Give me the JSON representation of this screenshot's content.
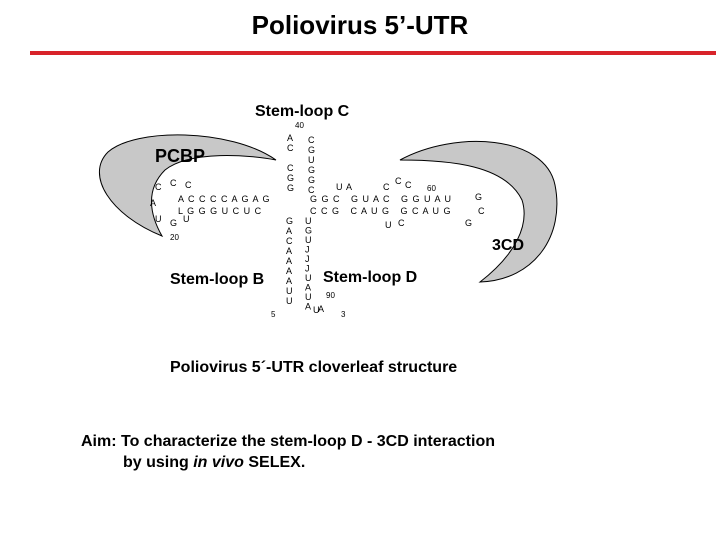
{
  "title": "Poliovirus 5’-UTR",
  "colors": {
    "rule": "#d8232a",
    "protein_fill": "#c8c8c8",
    "protein_stroke": "#000000"
  },
  "diagram": {
    "stem_loop_c": "Stem-loop C",
    "stem_loop_b": "Stem-loop B",
    "stem_loop_d": "Stem-loop D",
    "protein_pcbp": "PCBP",
    "protein_3cd": "3CD",
    "num_40": "40",
    "num_60": "60",
    "num_20": "20",
    "num_90": "90",
    "num_5": "5",
    "num_3": "3",
    "left_arm_top": "A C C C C A G A G",
    "left_arm_bottom": "L G G G U C U C",
    "right_arm_top": "G G C   G U A C   G G U A U",
    "right_arm_bottom": "C C G   C A U G   G C A U G",
    "stem_c_left": [
      "A",
      "C",
      "",
      "C",
      "G",
      "G"
    ],
    "stem_c_right": [
      "C",
      "G",
      "U",
      "G",
      "G",
      "C"
    ],
    "stem_lower_left": [
      "G",
      "A",
      "C",
      "A",
      "A",
      "A",
      "A",
      "U",
      "U"
    ],
    "stem_lower_right": [
      "U",
      "G",
      "U",
      "J",
      "J",
      "J",
      "U",
      "A",
      "U",
      "A"
    ]
  },
  "caption": "Poliovirus 5´-UTR cloverleaf structure",
  "aim": {
    "line1": "Aim: To characterize the stem-loop D - 3CD interaction",
    "line2_pre": "by using ",
    "line2_em": "in vivo",
    "line2_post": " SELEX."
  }
}
